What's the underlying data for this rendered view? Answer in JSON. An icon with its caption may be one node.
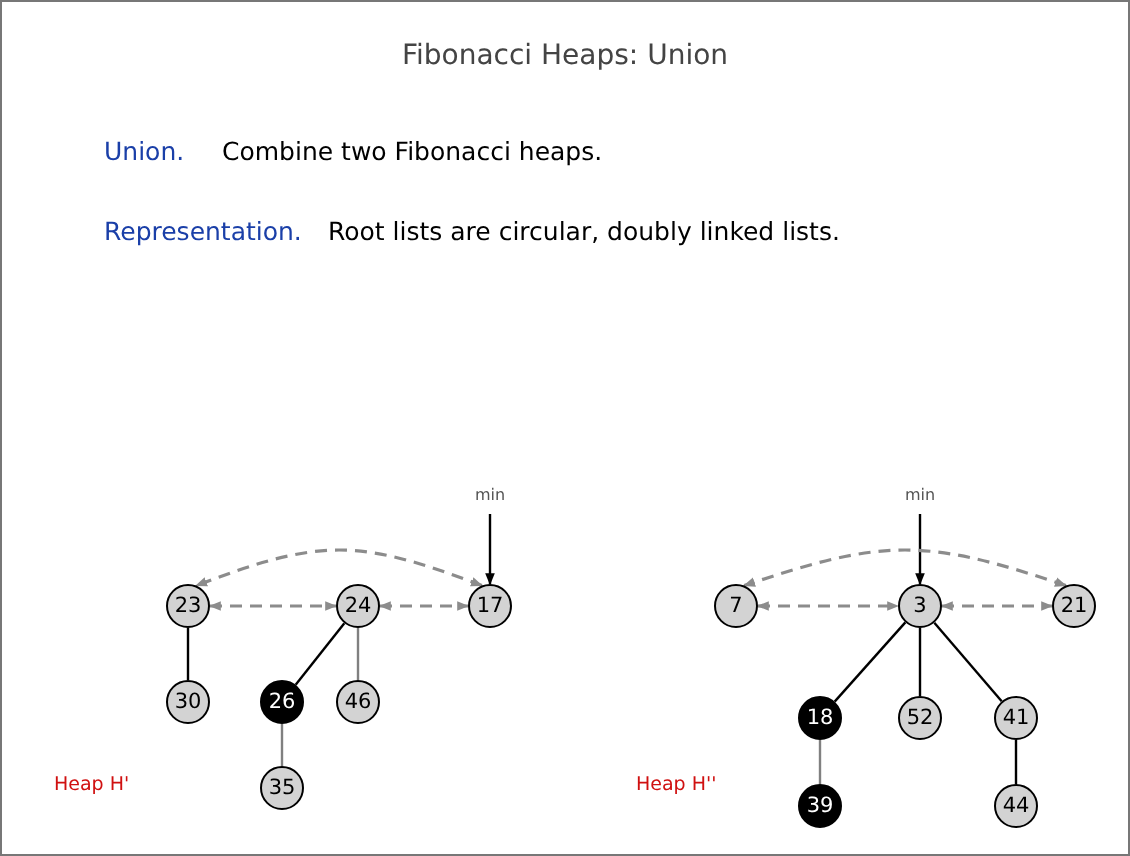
{
  "diagram": {
    "title": "Fibonacci Heaps:  Union",
    "nodes": [
      {
        "text": [
          "min"
        ]
      },
      {
        "text": [
          "23"
        ]
      },
      {
        "text": [
          "24"
        ]
      },
      {
        "text": [
          "17"
        ]
      },
      {
        "text": [
          "30"
        ]
      },
      {
        "text": [
          "26"
        ]
      },
      {
        "text": [
          "46"
        ]
      },
      {
        "text": [
          "35"
        ]
      },
      {
        "text": [
          "min"
        ]
      },
      {
        "text": [
          "7"
        ]
      },
      {
        "text": [
          "3"
        ]
      },
      {
        "text": [
          "21"
        ]
      },
      {
        "text": [
          "18"
        ]
      },
      {
        "text": [
          "52"
        ]
      },
      {
        "text": [
          "41"
        ]
      },
      {
        "text": [
          "39"
        ]
      },
      {
        "text": [
          "44"
        ]
      }
    ],
    "edges": [
      {
        "from": 0,
        "to": 3,
        "arrow": "to"
      },
      {
        "from": 3,
        "to": 1,
        "arrow": "both",
        "style": "dashed",
        "color": "#8c8c8c"
      },
      {
        "from": 1,
        "to": 2,
        "arrow": "both",
        "style": "dashed",
        "color": "#8c8c8c"
      },
      {
        "from": 2,
        "to": 3,
        "arrow": "both",
        "style": "dashed",
        "color": "#8c8c8c"
      },
      {
        "from": 1,
        "to": 4,
        "arrow": "none"
      },
      {
        "from": 2,
        "to": 5,
        "arrow": "none"
      },
      {
        "from": 2,
        "to": 6,
        "arrow": "none",
        "color": "#808080"
      },
      {
        "from": 5,
        "to": 7,
        "arrow": "none",
        "color": "#808080"
      },
      {
        "from": 8,
        "to": 10,
        "arrow": "to"
      },
      {
        "from": 11,
        "to": 9,
        "arrow": "both",
        "style": "dashed",
        "color": "#8c8c8c"
      },
      {
        "from": 9,
        "to": 10,
        "arrow": "both",
        "style": "dashed",
        "color": "#8c8c8c"
      },
      {
        "from": 10,
        "to": 11,
        "arrow": "both",
        "style": "dashed",
        "color": "#8c8c8c"
      },
      {
        "from": 10,
        "to": 12,
        "arrow": "none"
      },
      {
        "from": 10,
        "to": 13,
        "arrow": "none"
      },
      {
        "from": 10,
        "to": 14,
        "arrow": "none"
      },
      {
        "from": 12,
        "to": 15,
        "arrow": "none",
        "color": "#808080"
      },
      {
        "from": 14,
        "to": 16,
        "arrow": "none"
      }
    ],
    "labels": [
      "Union.",
      "Combine two Fibonacci heaps.",
      "Representation.",
      "Root lists are circular, doubly linked lists.",
      "Heap H'",
      "Heap H''"
    ]
  }
}
